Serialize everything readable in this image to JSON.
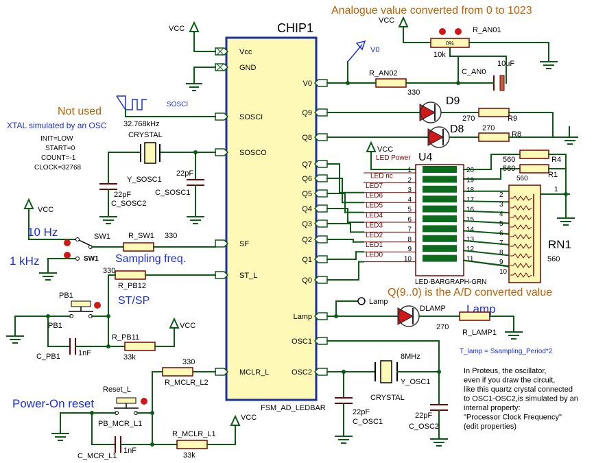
{
  "colors": {
    "wire": "#0b5a14",
    "chip_fill": "#fff9b8",
    "chip_border": "#1a2ea0",
    "component": "#7a0000",
    "annot_orange": "#c06000",
    "annot_blue": "#1a2ee0",
    "led": "#d01818",
    "bar_green": "#0d6b1d"
  },
  "chip": {
    "name": "CHIP1",
    "subtitle": "FSM_AD_LEDBAR",
    "left_pins": [
      "Vcc",
      "GND",
      "SOSCI",
      "SOSCO",
      "SF",
      "ST_L",
      "MCLR_L"
    ],
    "right_pins": [
      "V0",
      "Q9",
      "Q8",
      "Q7",
      "Q6",
      "Q5",
      "Q4",
      "Q3",
      "Q2",
      "Q1",
      "Q0",
      "Lamp",
      "OSC1",
      "OSC2"
    ]
  },
  "supplies": {
    "vcc": "VCC"
  },
  "annotations": {
    "analogue": "Analogue value converted from 0 to 1023",
    "not_used": "Not used",
    "xtal_osc": "XTAL simulated by an OSC",
    "sosci_gen": "SOSCI",
    "freq_32k": "32.768kHz",
    "init": "INIT=LOW",
    "start": "START=0",
    "count": "COUNT=-1",
    "clock": "CLOCK=32768",
    "hz10": "10 Hz",
    "khz1": "1 kHz",
    "sampling": "Sampling freq.",
    "stsp": "ST/SP",
    "power_on": "Power-On reset",
    "q_range": "Q(9..0) is the A/D converted value",
    "lamp_title": "Lamp",
    "t_lamp": "T_lamp = Ssampling_Period*2",
    "proteus": [
      "In Proteus, the oscillator,",
      "even if you draw the circuit,",
      "like this quartz crystal connected",
      "to OSC1-OSC2,is simulated by an",
      "internal property:",
      "\"Processor Clock Frequency\"",
      "(edit properties)"
    ]
  },
  "components": {
    "r_an01": "R_AN01",
    "r_an01_val": "10k",
    "pot_pct": "0%",
    "c_an0": "C_AN0",
    "c_an0_val": "10uF",
    "r_an02": "R_AN02",
    "r_an02_val": "330",
    "v0_probe": "V0",
    "d9": "D9",
    "d8": "D8",
    "r9": "R9",
    "r9_val": "270",
    "r8": "R8",
    "r8_val": "270",
    "crystal1": "CRYSTAL",
    "y_sosc1": "Y_SOSC1",
    "c_sosc1": "C_SOSC1",
    "c_sosc1_val": "22pF",
    "c_sosc2": "C_SOSC2",
    "c_sosc2_val": "22pF",
    "sw1": "SW1",
    "sw1_b": "SW1",
    "r_sw1": "R_SW1",
    "r_sw1_val": "330",
    "r_pb12": "R_PB12",
    "r_pb12_val": "330",
    "pb1": "PB1",
    "pb1_b": "PB1",
    "c_pb1": "C_PB1",
    "c_pb1_val": "1nF",
    "r_pb11": "R_PB11",
    "r_pb11_val": "33k",
    "r_mclr_l2": "R_MCLR_L2",
    "r_mclr_l2_val": "330",
    "reset_l": "Reset_L",
    "pb_mcr": "PB_MCR_L1",
    "c_mcr": "C_MCR_L1",
    "c_mcr_val": "1nF",
    "r_mclr_l1": "R_MCLR_L1",
    "r_mclr_l1_val": "33k",
    "u4": "U4",
    "bargraph": "LED-BARGRAPH-GRN",
    "r4": "R4",
    "r4_val": "560",
    "r1": "R1",
    "r1_val": "560",
    "rn1": "RN1",
    "rn1_val": "560",
    "rn_top_val": "560",
    "lamp_probe": "Lamp",
    "dlamp": "DLAMP",
    "r_lamp1": "R_LAMP1",
    "r_lamp1_val": "270",
    "y_osc1": "Y_OSC1",
    "crystal2": "CRYSTAL",
    "osc_freq": "8MHz",
    "c_osc1": "C_OSC1",
    "c_osc1_val": "22pF",
    "c_osc2": "C_OSC2",
    "c_osc2_val": "22pF"
  },
  "bargraph_labels": [
    "LED Power",
    "LED nc",
    "LED7",
    "LED6",
    "LED5",
    "LED4",
    "LED3",
    "LED2",
    "LED1",
    "LED0"
  ],
  "bargraph_left_pins": [
    "1",
    "2",
    "3",
    "4",
    "5",
    "6",
    "7",
    "8",
    "9",
    "10"
  ],
  "bargraph_right_pins": [
    "20",
    "19",
    "18",
    "17",
    "16",
    "15",
    "14",
    "13",
    "12",
    "11"
  ],
  "rn_left_pins": [
    "2",
    "3",
    "4",
    "5",
    "6",
    "7",
    "8",
    "9",
    "10"
  ],
  "rn_common_pin": "1"
}
